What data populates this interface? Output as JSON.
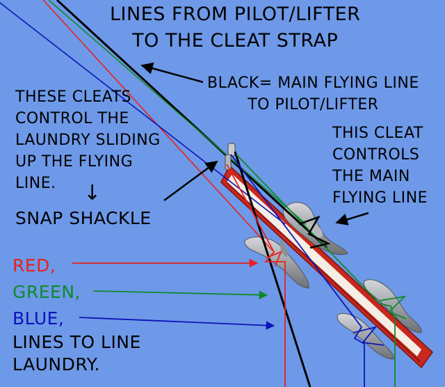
{
  "colors": {
    "background": "#6e99e8",
    "black_line": "#000000",
    "red_line": "#e8211d",
    "green_line": "#0f8a2a",
    "blue_line": "#0b14b8",
    "strap": "#c8281e",
    "cleat": "#9a9ea3"
  },
  "title": [
    "LINES FROM PILOT/LIFTER",
    "TO THE CLEAT STRAP"
  ],
  "black_note": [
    "BLACK= MAIN FLYING LINE",
    "TO PILOT/LIFTER"
  ],
  "left_note": [
    "THESE CLEATS",
    "CONTROL THE",
    "LAUNDRY SLIDING",
    "UP THE FLYING",
    "LINE."
  ],
  "down_arrow": "↓",
  "right_note": [
    "THIS CLEAT",
    "CONTROLS",
    "THE MAIN",
    "FLYING LINE"
  ],
  "snap_shackle": "SNAP SHACKLE",
  "color_labels": {
    "red": "RED,",
    "green": "GREEN,",
    "blue": "BLUE,",
    "laundry": [
      "LINES TO LINE",
      "LAUNDRY."
    ]
  }
}
